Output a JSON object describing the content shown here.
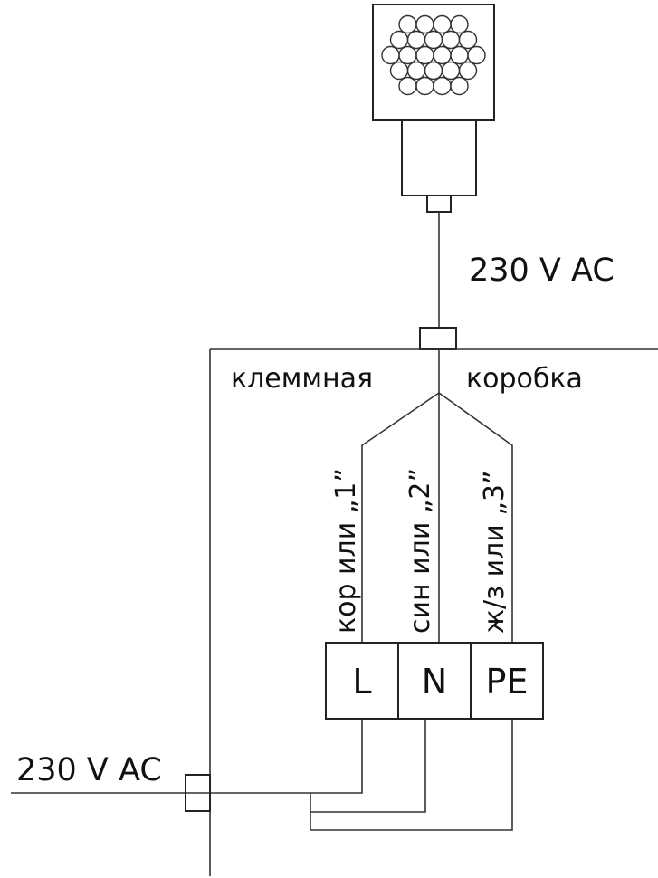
{
  "voltage_top": "230 V AC",
  "voltage_left": "230 V AC",
  "junction_box": {
    "label_left": "клеммная",
    "label_right": "коробка"
  },
  "wires": [
    {
      "label": "кор или „1”"
    },
    {
      "label": "син или „2”"
    },
    {
      "label": "ж/з или „3”"
    }
  ],
  "terminals": [
    {
      "label": "L"
    },
    {
      "label": "N"
    },
    {
      "label": "PE"
    }
  ],
  "colors": {
    "line": "#222222",
    "background": "#ffffff"
  }
}
